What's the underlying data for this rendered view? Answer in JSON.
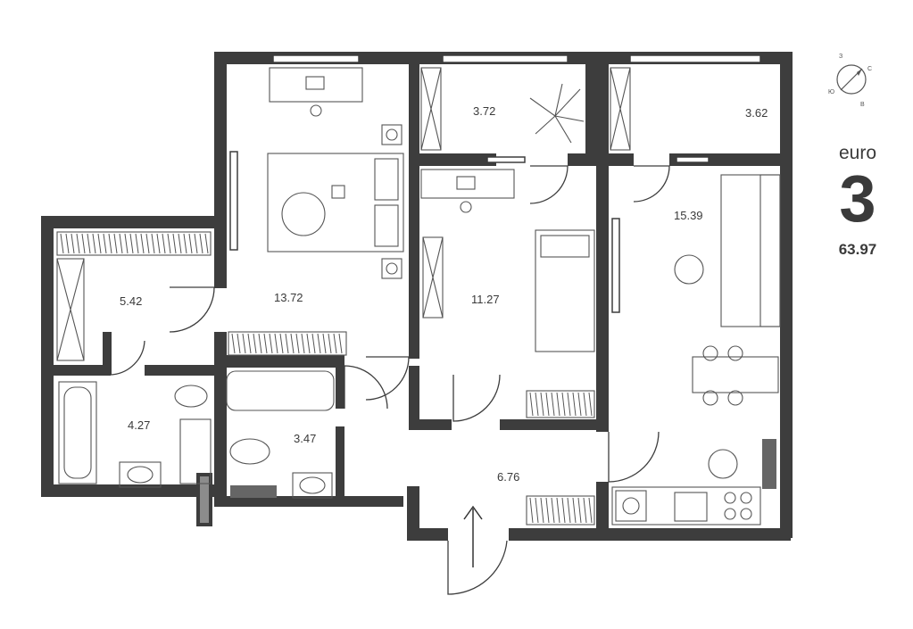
{
  "badge": {
    "type": "euro",
    "rooms": "3",
    "total_area": "63.97"
  },
  "compass": {
    "north": "С",
    "south": "Ю",
    "west": "З",
    "east": "В"
  },
  "rooms": {
    "bedroom_main": "13.72",
    "balcony_left": "3.72",
    "balcony_right": "3.62",
    "bedroom_small": "11.27",
    "living_kitchen": "15.39",
    "wardrobe": "5.42",
    "bathroom_left": "4.27",
    "bathroom_mid": "3.47",
    "hallway": "6.76"
  }
}
